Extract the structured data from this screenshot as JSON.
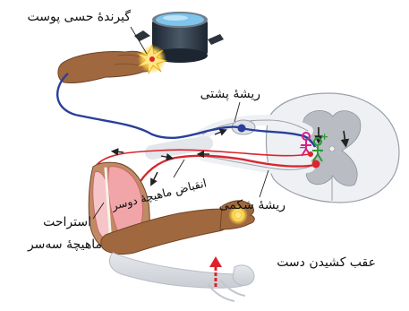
{
  "title": "",
  "labels": {
    "skin_receptor": "گیرندهٔ حسی پوست",
    "dorsal_root": "ریشهٔ پشتی",
    "biceps_contraction": "انقباض ماهیچهٔ دوسر",
    "ventral_root": "ریشهٔ شکمی",
    "triceps_relaxation_line1": "استراحت",
    "triceps_relaxation_line2": "ماهیچهٔ سه‌سر",
    "hand_withdrawal": "عقب کشیدن دست"
  },
  "symbols": {
    "plus": "+",
    "minus": "−"
  },
  "colors": {
    "sensory_nerve": "#2a3f9c",
    "motor_nerve": "#d8262e",
    "interneuron_green": "#2e9a3a",
    "interneuron_magenta": "#d81f8c",
    "skin": "#a0683e",
    "muscle": "#f1a5a8",
    "spinal_white_matter": "#e9ebee",
    "spinal_gray_matter": "#b9bdc3",
    "heat_glow": "#ffd84d",
    "arrow_red": "#e0202a"
  },
  "icons": [
    "hot-pot-icon",
    "heat-burst-icon",
    "spinal-cord-icon",
    "arm-icon",
    "up-arrow-icon"
  ]
}
